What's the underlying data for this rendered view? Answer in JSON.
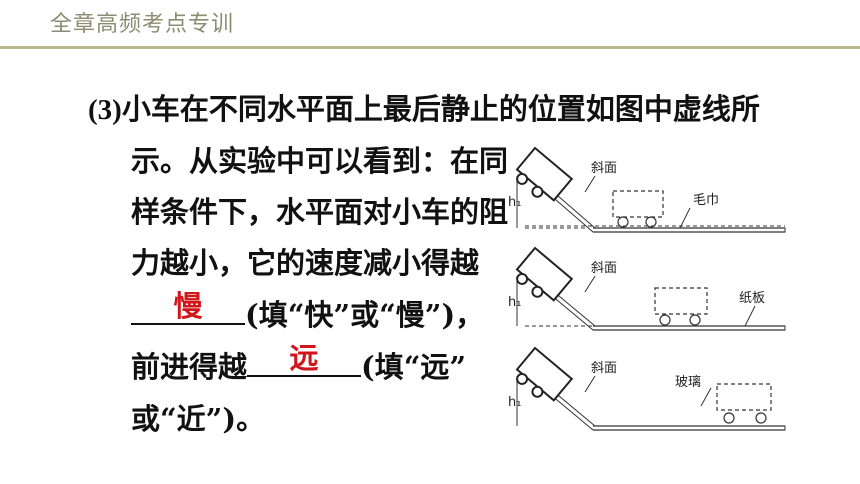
{
  "header": {
    "title": "全章高频考点专训"
  },
  "question": {
    "number": "(3)",
    "line1": "小车在不同水平面上最后静止的位置如图中虚线所",
    "line2": "示。从实验中可以看到：在同",
    "line3": "样条件下，水平面对小车的阻",
    "line4": "力越小，它的速度减小得越",
    "line5_suffix": "(填“快”或“慢”)，",
    "line6_prefix": "前进得越",
    "line6_suffix": "(填“远”",
    "line7": "或“近”)。",
    "answer1": "慢",
    "answer2": "远"
  },
  "diagram": {
    "panels": [
      {
        "slope_label": "斜面",
        "surface_label": "毛巾",
        "height_label": "h₁"
      },
      {
        "slope_label": "斜面",
        "surface_label": "纸板",
        "height_label": "h₁"
      },
      {
        "slope_label": "斜面",
        "surface_label": "玻璃",
        "height_label": "h₁"
      }
    ]
  },
  "colors": {
    "answer": "#d0151b",
    "header_text": "#8c8c72",
    "header_rule": "#b8b890"
  }
}
